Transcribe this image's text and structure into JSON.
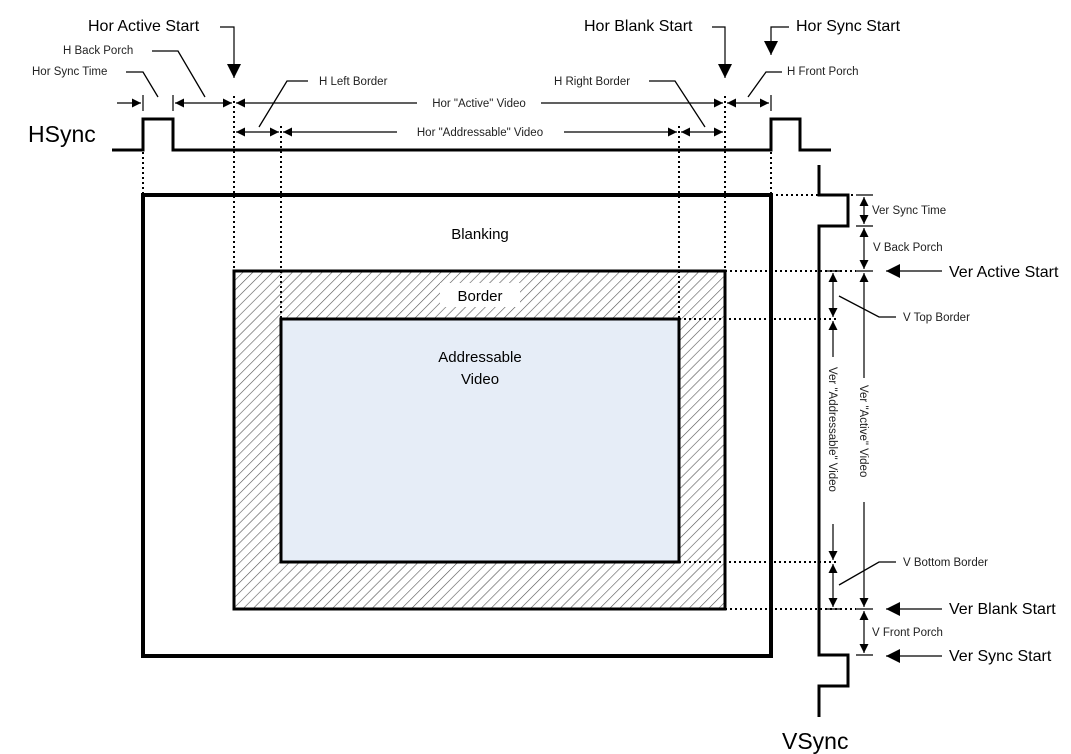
{
  "title": "Video timing diagram: horizontal and vertical timing regions",
  "colors": {
    "addressable_fill": "#e6edf7",
    "line": "#000000",
    "hatch": "#555555",
    "background": "#ffffff"
  },
  "signals": {
    "hsync": "HSync",
    "vsync": "VSync"
  },
  "regions": {
    "blanking": "Blanking",
    "border": "Border",
    "addressable_line1": "Addressable",
    "addressable_line2": "Video"
  },
  "horizontal": {
    "hor_active_start": "Hor Active Start",
    "hor_blank_start": "Hor Blank Start",
    "hor_sync_start": "Hor Sync Start",
    "h_back_porch": "H Back Porch",
    "hor_sync_time": "Hor Sync Time",
    "h_left_border": "H Left Border",
    "h_right_border": "H Right Border",
    "h_front_porch": "H Front Porch",
    "hor_active_video": "Hor \"Active\" Video",
    "hor_addressable_video": "Hor \"Addressable\" Video"
  },
  "vertical": {
    "ver_sync_time": "Ver Sync Time",
    "v_back_porch": "V Back Porch",
    "ver_active_start": "Ver Active Start",
    "v_top_border": "V Top Border",
    "ver_active_video": "Ver \"Active\" Video",
    "ver_addressable_video": "Ver \"Addressable\" Video",
    "v_bottom_border": "V Bottom Border",
    "ver_blank_start": "Ver Blank Start",
    "v_front_porch": "V Front Porch",
    "ver_sync_start": "Ver Sync Start"
  }
}
